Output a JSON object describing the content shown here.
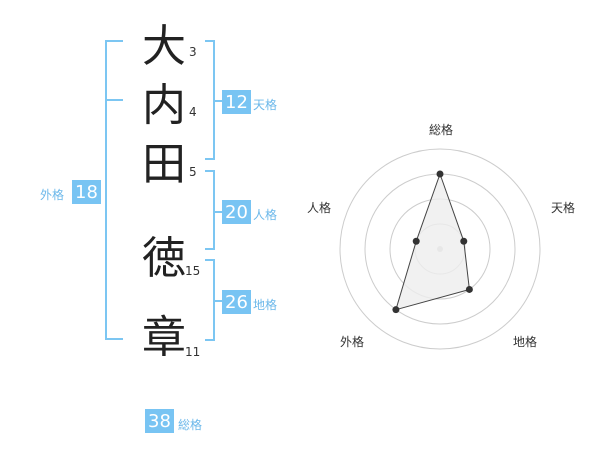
{
  "name": {
    "chars": [
      {
        "char": "大",
        "strokes": "3"
      },
      {
        "char": "内",
        "strokes": "4"
      },
      {
        "char": "田",
        "strokes": "5"
      },
      {
        "char": "徳",
        "strokes": "15"
      },
      {
        "char": "章",
        "strokes": "11"
      }
    ]
  },
  "fortune": {
    "tenkaku": {
      "value": "12",
      "label": "天格"
    },
    "jinkaku": {
      "value": "20",
      "label": "人格"
    },
    "chikaku": {
      "value": "26",
      "label": "地格"
    },
    "gaikaku": {
      "value": "18",
      "label": "外格"
    },
    "soukaku": {
      "value": "38",
      "label": "総格"
    }
  },
  "radar": {
    "labels": {
      "top": "総格",
      "right": "天格",
      "bottom_right": "地格",
      "bottom_left": "外格",
      "left": "人格"
    },
    "rings": 4,
    "max": 4,
    "values": {
      "soukaku": 3,
      "tenkaku": 1,
      "chikaku": 2,
      "gaikaku": 3,
      "jinkaku": 1
    },
    "line_color": "#444444",
    "fill_color": "#eeeeee",
    "ring_color": "#cccccc"
  }
}
